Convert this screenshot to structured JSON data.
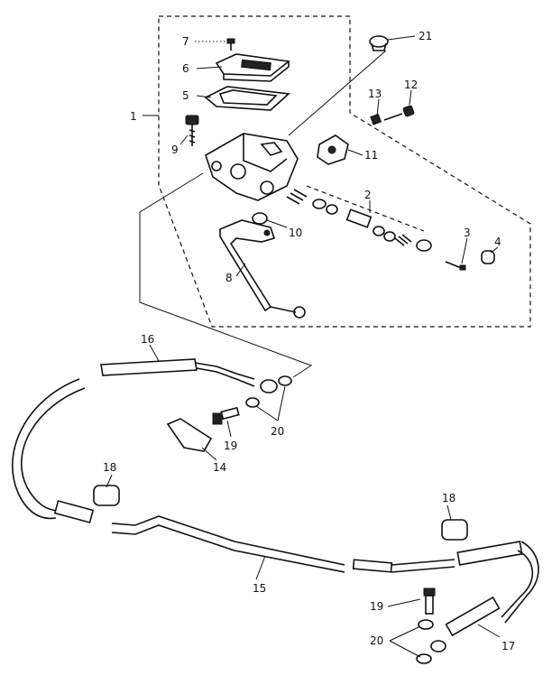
{
  "callouts": {
    "c1": "1",
    "c2": "2",
    "c3": "3",
    "c4": "4",
    "c5": "5",
    "c6": "6",
    "c7": "7",
    "c8": "8",
    "c9": "9",
    "c10": "10",
    "c11": "11",
    "c12": "12",
    "c13": "13",
    "c14": "14",
    "c15": "15",
    "c16": "16",
    "c17": "17",
    "c18a": "18",
    "c18b": "18",
    "c19a": "19",
    "c19b": "19",
    "c20a": "20",
    "c20b": "20",
    "c21": "21"
  }
}
